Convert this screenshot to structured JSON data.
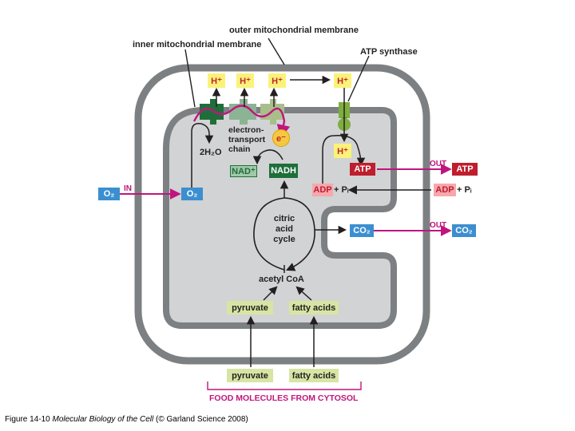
{
  "labels": {
    "outer_membrane": "outer mitochondrial membrane",
    "inner_membrane": "inner mitochondrial membrane",
    "atp_synthase": "ATP synthase",
    "etc_line1": "electron-",
    "etc_line2": "transport",
    "etc_line3": "chain",
    "water": "2H₂O",
    "citric_line1": "citric",
    "citric_line2": "acid",
    "citric_line3": "cycle",
    "acetyl": "acetyl CoA",
    "in": "IN",
    "out_atp": "OUT",
    "out_co2": "OUT",
    "pi_inner": "+ Pᵢ",
    "pi_outer": "+ Pᵢ",
    "food": "FOOD MOLECULES FROM CYTOSOL"
  },
  "boxes": {
    "h1": "H⁺",
    "h2": "H⁺",
    "h3": "H⁺",
    "h4": "H⁺",
    "h5": "H⁺",
    "electron": "e⁻",
    "nad_plus": "NAD⁺",
    "nadh": "NADH",
    "atp_inner": "ATP",
    "atp_outer": "ATP",
    "adp_inner": "ADP",
    "adp_outer": "ADP",
    "o2_outer": "O₂",
    "o2_inner": "O₂",
    "co2_inner": "CO₂",
    "co2_outer": "CO₂",
    "pyruvate_inner": "pyruvate",
    "fatty_inner": "fatty acids",
    "pyruvate_outer": "pyruvate",
    "fatty_outer": "fatty acids"
  },
  "caption": {
    "prefix": "Figure 14-10 ",
    "title": "Molecular Biology of the Cell",
    "suffix": " (© Garland Science 2008)"
  },
  "colors": {
    "membrane": "#7d8082",
    "matrix": "#d1d3d4",
    "proton_box": "#fbf27a",
    "magenta_arrow": "#c0157e",
    "complex_green": "#1f6e3a",
    "synthase_green": "#7fae3f"
  }
}
